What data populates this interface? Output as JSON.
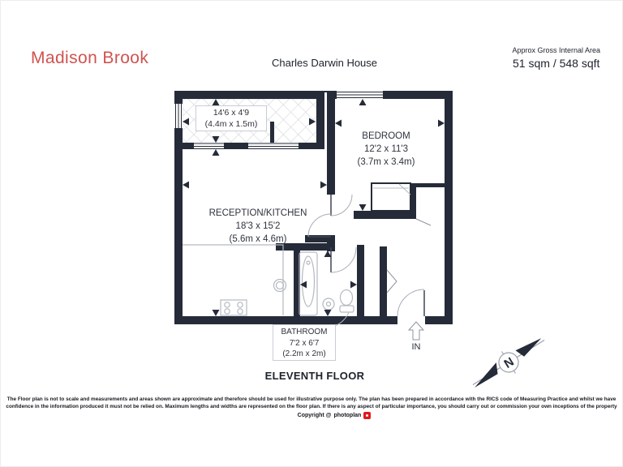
{
  "header": {
    "logo_text": "Madison Brook",
    "property_title": "Charles Darwin House",
    "area_label": "Approx Gross Internal Area",
    "area_value": "51 sqm / 548 sqft"
  },
  "plan": {
    "floor_label": "ELEVENTH FLOOR",
    "entrance_label": "IN",
    "compass_label": "N",
    "rooms": {
      "balcony": {
        "dims_imperial": "14'6 x 4'9",
        "dims_metric": "(4.4m x 1.5m)"
      },
      "bedroom": {
        "name": "BEDROOM",
        "dims_imperial": "12'2 x 11'3",
        "dims_metric": "(3.7m x 3.4m)"
      },
      "reception": {
        "name": "RECEPTION/KITCHEN",
        "dims_imperial": "18'3 x 15'2",
        "dims_metric": "(5.6m x 4.6m)"
      },
      "bathroom": {
        "name": "BATHROOM",
        "dims_imperial": "7'2 x 6'7",
        "dims_metric": "(2.2m x 2m)"
      }
    }
  },
  "footer": {
    "disclaimer_line1": "The Floor plan is not to scale and measurements and areas shown are approximate and therefore should be used for illustrative purpose only. The plan has been prepared in accordance with the RICS code of Measuring Practice and whilst we have",
    "disclaimer_line2": "confidence in the information produced it must not be relied on. Maximum lengths and widths are represented on the floor plan. If there is any aspect of particular importance, you should carry out or commission your own inceptions of the property",
    "copyright_prefix": "Copyright @",
    "copyright_brand": "photoplan"
  },
  "colors": {
    "wall": "#252b38",
    "logo_red": "#cf534f",
    "photoplan_red": "#e0191f"
  }
}
